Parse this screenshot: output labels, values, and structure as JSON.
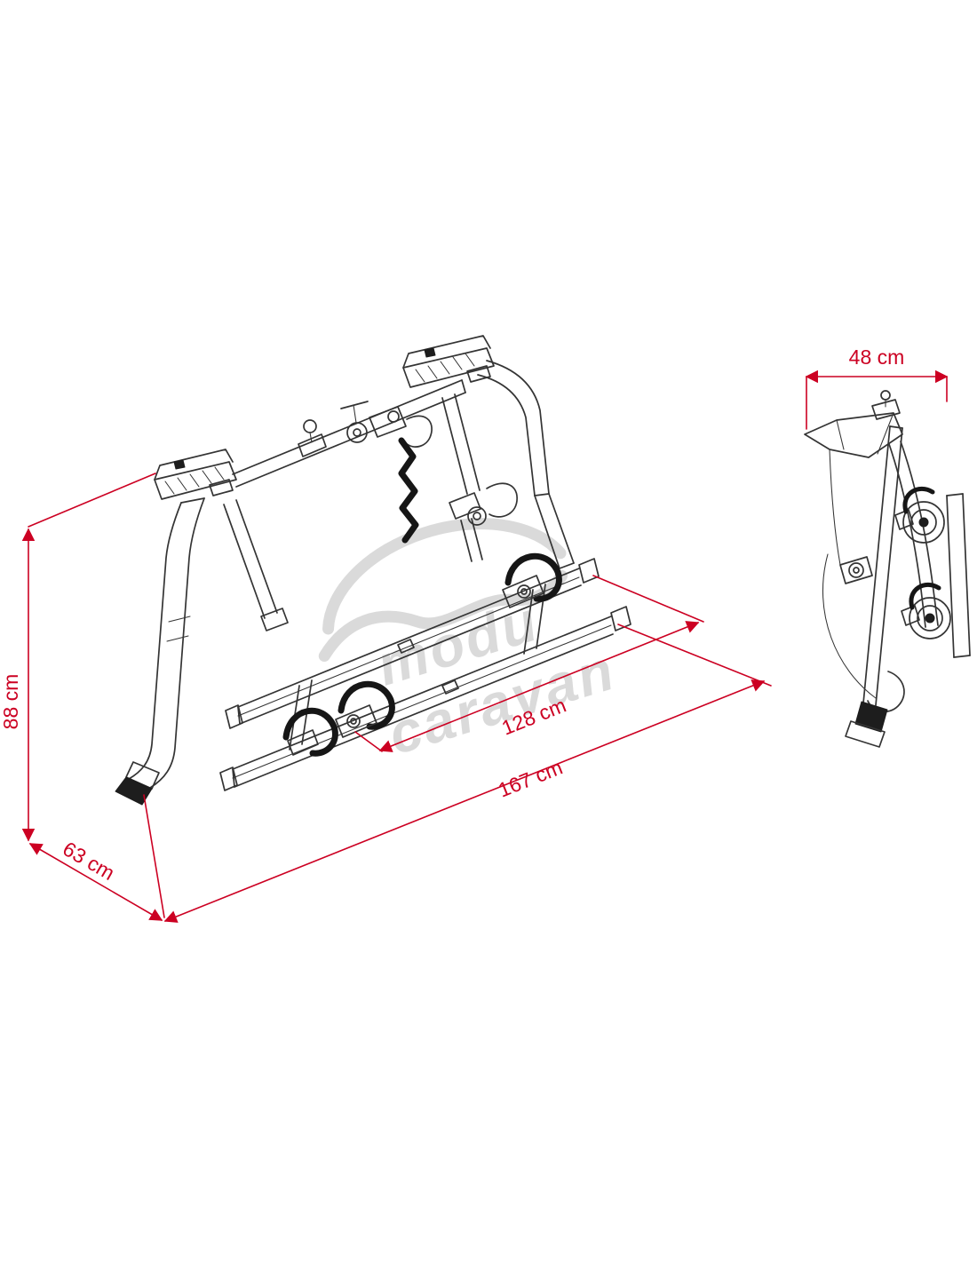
{
  "diagram": {
    "dims": {
      "d88": "88 cm",
      "d63": "63 cm",
      "d128": "128 cm",
      "d167": "167 cm",
      "d48": "48 cm"
    },
    "watermark": {
      "word1": "modu",
      "word2": "caravan"
    },
    "colors": {
      "dimension_red": "#cc0022",
      "line_dark": "#343434",
      "watermark_gray": "#d9d9d9",
      "background": "#ffffff"
    }
  }
}
